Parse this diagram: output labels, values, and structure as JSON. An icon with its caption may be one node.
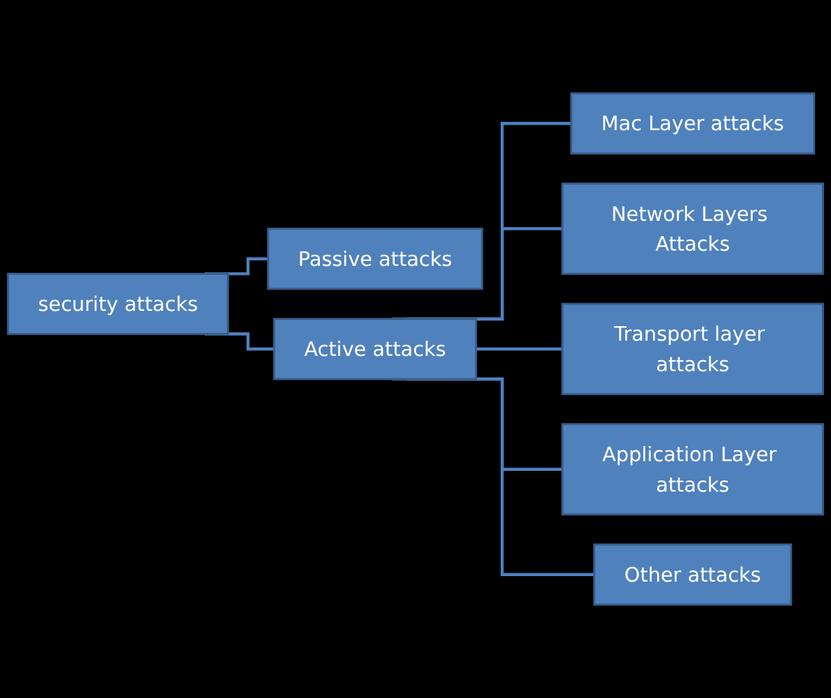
{
  "diagram": {
    "nodes": [
      {
        "text": [
          "security attacks"
        ]
      },
      {
        "text": [
          "Passive attacks"
        ]
      },
      {
        "text": [
          "Active attacks"
        ]
      },
      {
        "text": [
          "Mac Layer attacks"
        ]
      },
      {
        "text": [
          "Network Layers Attacks"
        ]
      },
      {
        "text": [
          "Transport layer attacks"
        ]
      },
      {
        "text": [
          "Application Layer attacks"
        ]
      },
      {
        "text": [
          "Other attacks"
        ]
      }
    ],
    "edges": [
      {
        "from": 0,
        "to": 1,
        "arrow": "none"
      },
      {
        "from": 0,
        "to": 2,
        "arrow": "none"
      },
      {
        "from": 2,
        "to": 3,
        "arrow": "none"
      },
      {
        "from": 2,
        "to": 4,
        "arrow": "none"
      },
      {
        "from": 2,
        "to": 5,
        "arrow": "none"
      },
      {
        "from": 2,
        "to": 6,
        "arrow": "none"
      },
      {
        "from": 2,
        "to": 7,
        "arrow": "none"
      }
    ]
  }
}
